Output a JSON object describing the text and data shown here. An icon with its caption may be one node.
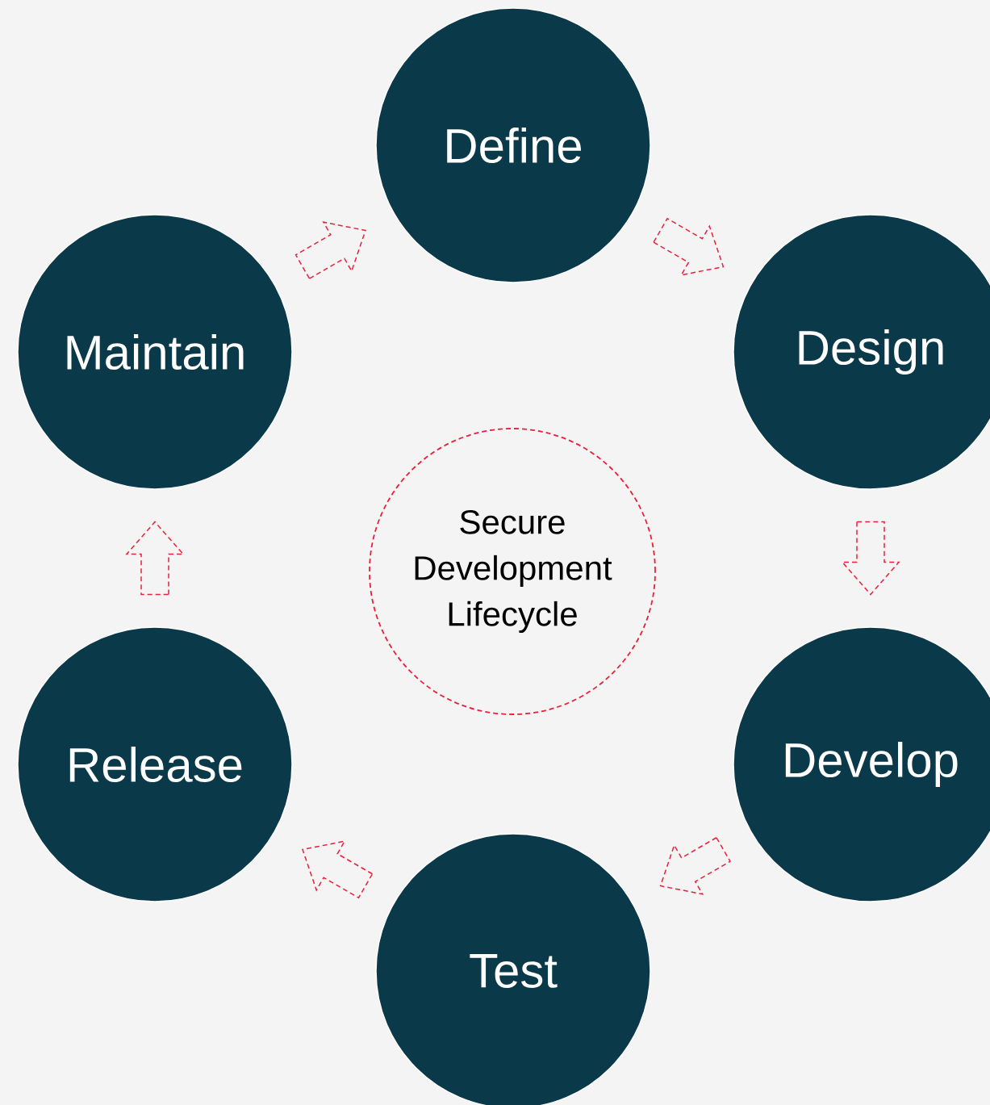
{
  "diagram": {
    "nodes": [
      {
        "text": [
          "Define"
        ]
      },
      {
        "text": [
          "Design"
        ]
      },
      {
        "text": [
          "Develop"
        ]
      },
      {
        "text": [
          "Test"
        ]
      },
      {
        "text": [
          "Release"
        ]
      },
      {
        "text": [
          "Maintain"
        ]
      },
      {
        "text": [
          "Secure Development Lifecycle"
        ]
      }
    ],
    "edges": [
      {
        "from": 0,
        "to": 1,
        "arrow": "to"
      },
      {
        "from": 1,
        "to": 2,
        "arrow": "to"
      },
      {
        "from": 2,
        "to": 3,
        "arrow": "to"
      },
      {
        "from": 3,
        "to": 4,
        "arrow": "to"
      },
      {
        "from": 4,
        "to": 5,
        "arrow": "to"
      },
      {
        "from": 5,
        "to": 0,
        "arrow": "to"
      }
    ]
  }
}
